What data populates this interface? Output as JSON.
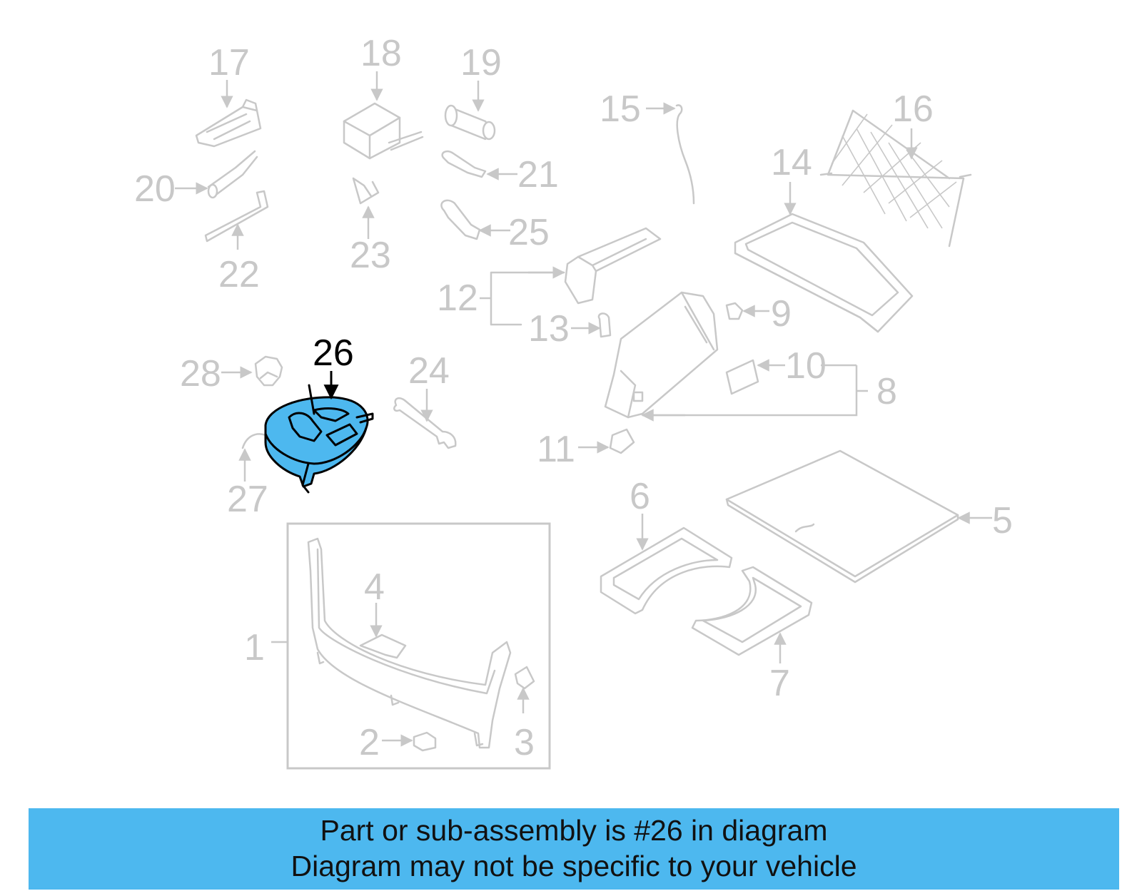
{
  "callouts": {
    "c1": "1",
    "c2": "2",
    "c3": "3",
    "c4": "4",
    "c5": "5",
    "c6": "6",
    "c7": "7",
    "c8": "8",
    "c9": "9",
    "c10": "10",
    "c11": "11",
    "c12": "12",
    "c13": "13",
    "c14": "14",
    "c15": "15",
    "c16": "16",
    "c17": "17",
    "c18": "18",
    "c19": "19",
    "c20": "20",
    "c21": "21",
    "c22": "22",
    "c23": "23",
    "c24": "24",
    "c25": "25",
    "c26": "26",
    "c27": "27",
    "c28": "28"
  },
  "highlighted_part": "26",
  "colors": {
    "highlight_fill": "#4db8ef",
    "line_gray": "#c8c8c8",
    "caption_background": "#4db8ef"
  },
  "caption": {
    "line1": "Part or sub-assembly is #26 in diagram",
    "line2": "Diagram may not be specific to your vehicle"
  }
}
